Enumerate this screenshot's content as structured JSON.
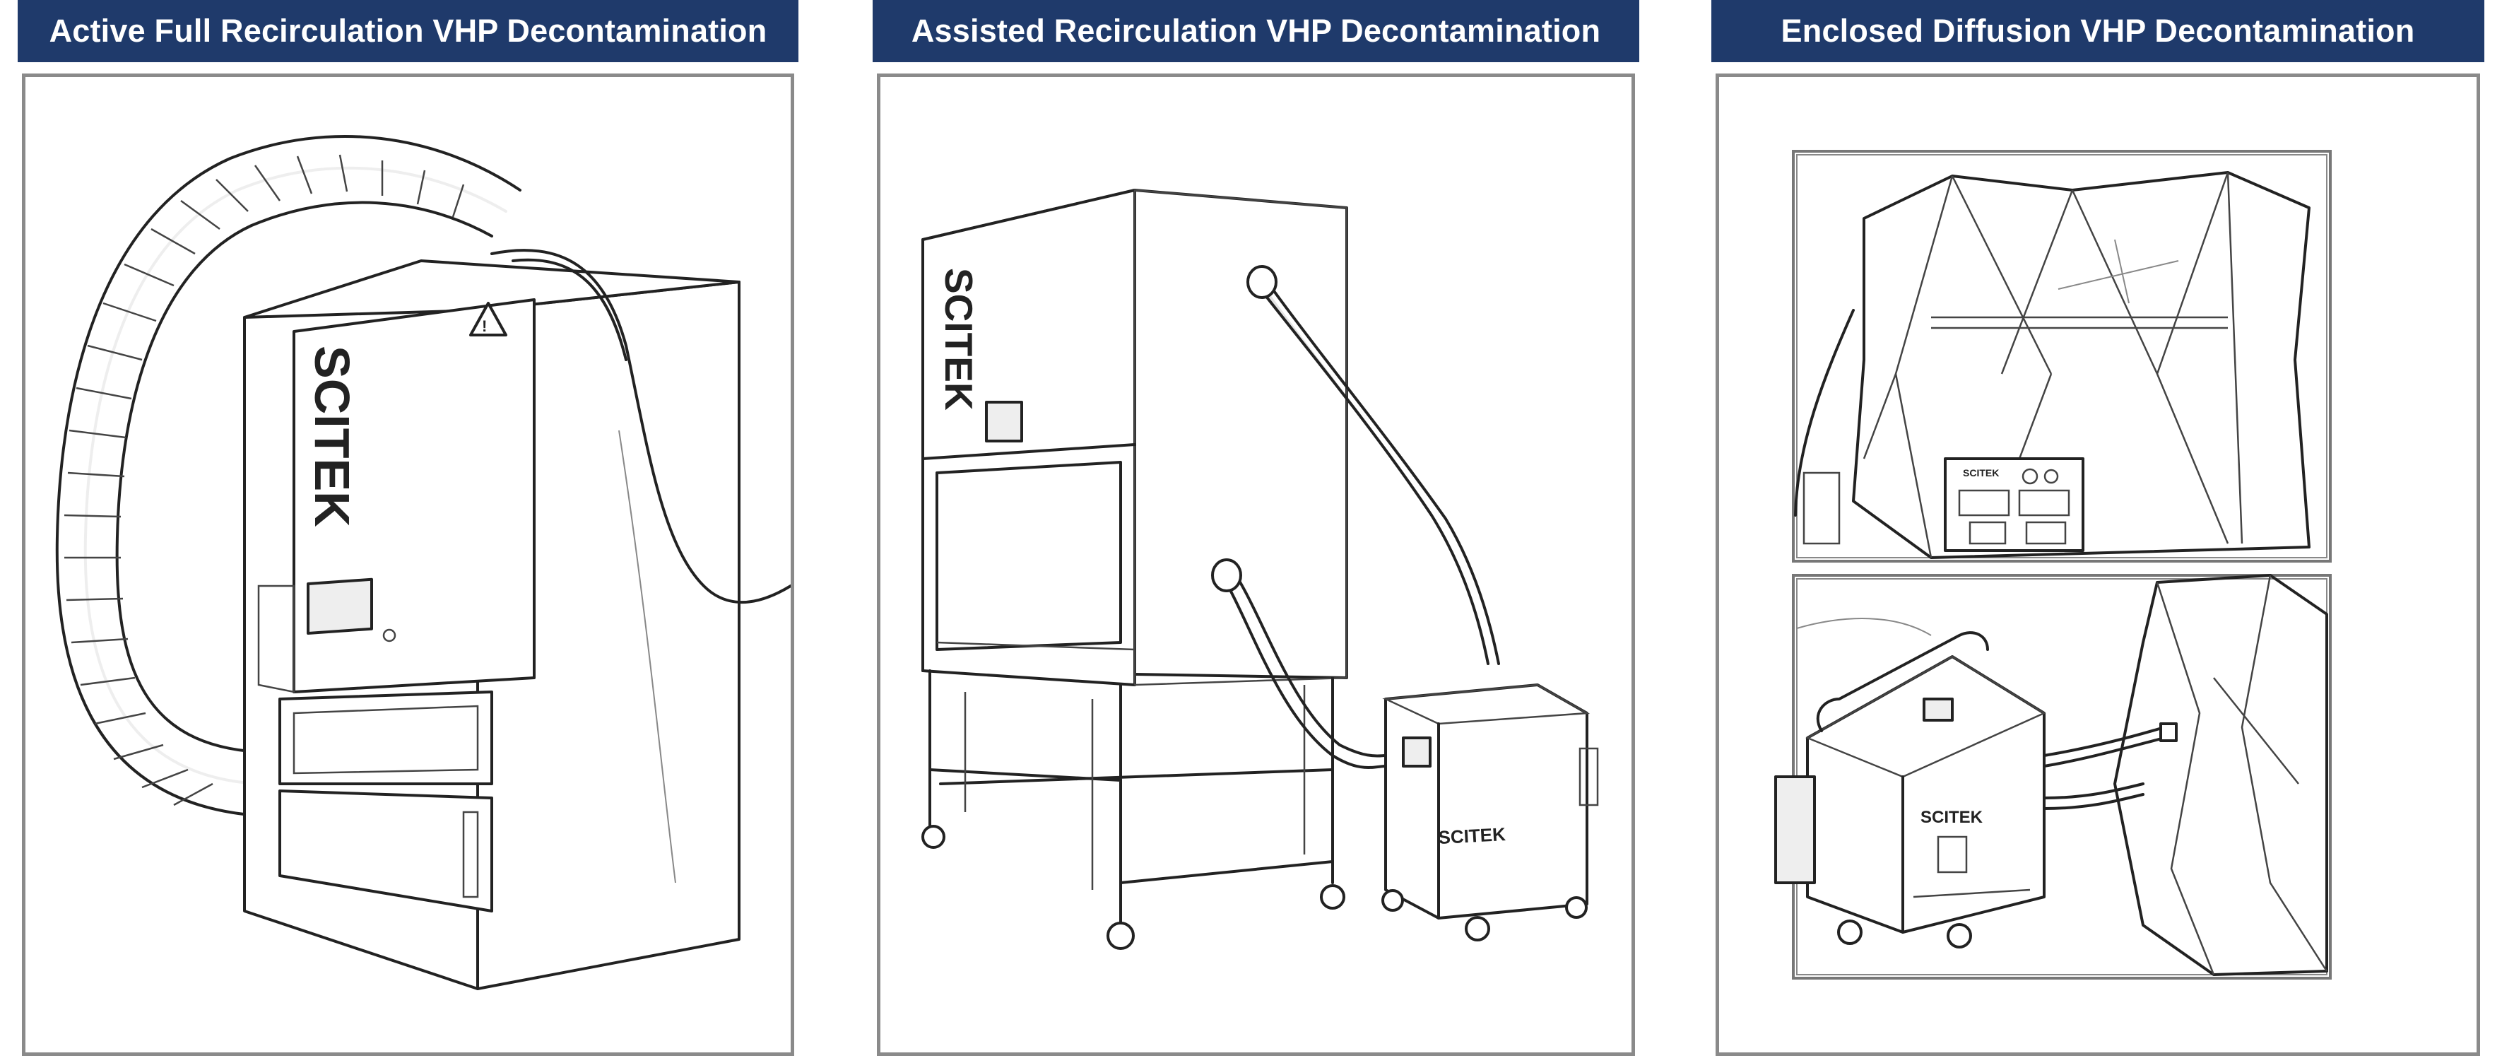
{
  "panels": [
    {
      "title": "Active Full Recirculation VHP Decontamination",
      "logo": "SCITEK"
    },
    {
      "title": "Assisted Recirculation VHP Decontamination",
      "logo_cabinet": "SCITEK",
      "logo_generator": "SCITEK"
    },
    {
      "title": "Enclosed Diffusion VHP Decontamination",
      "logo_top": "SCITEK",
      "logo_bottom": "SCITEK"
    }
  ]
}
